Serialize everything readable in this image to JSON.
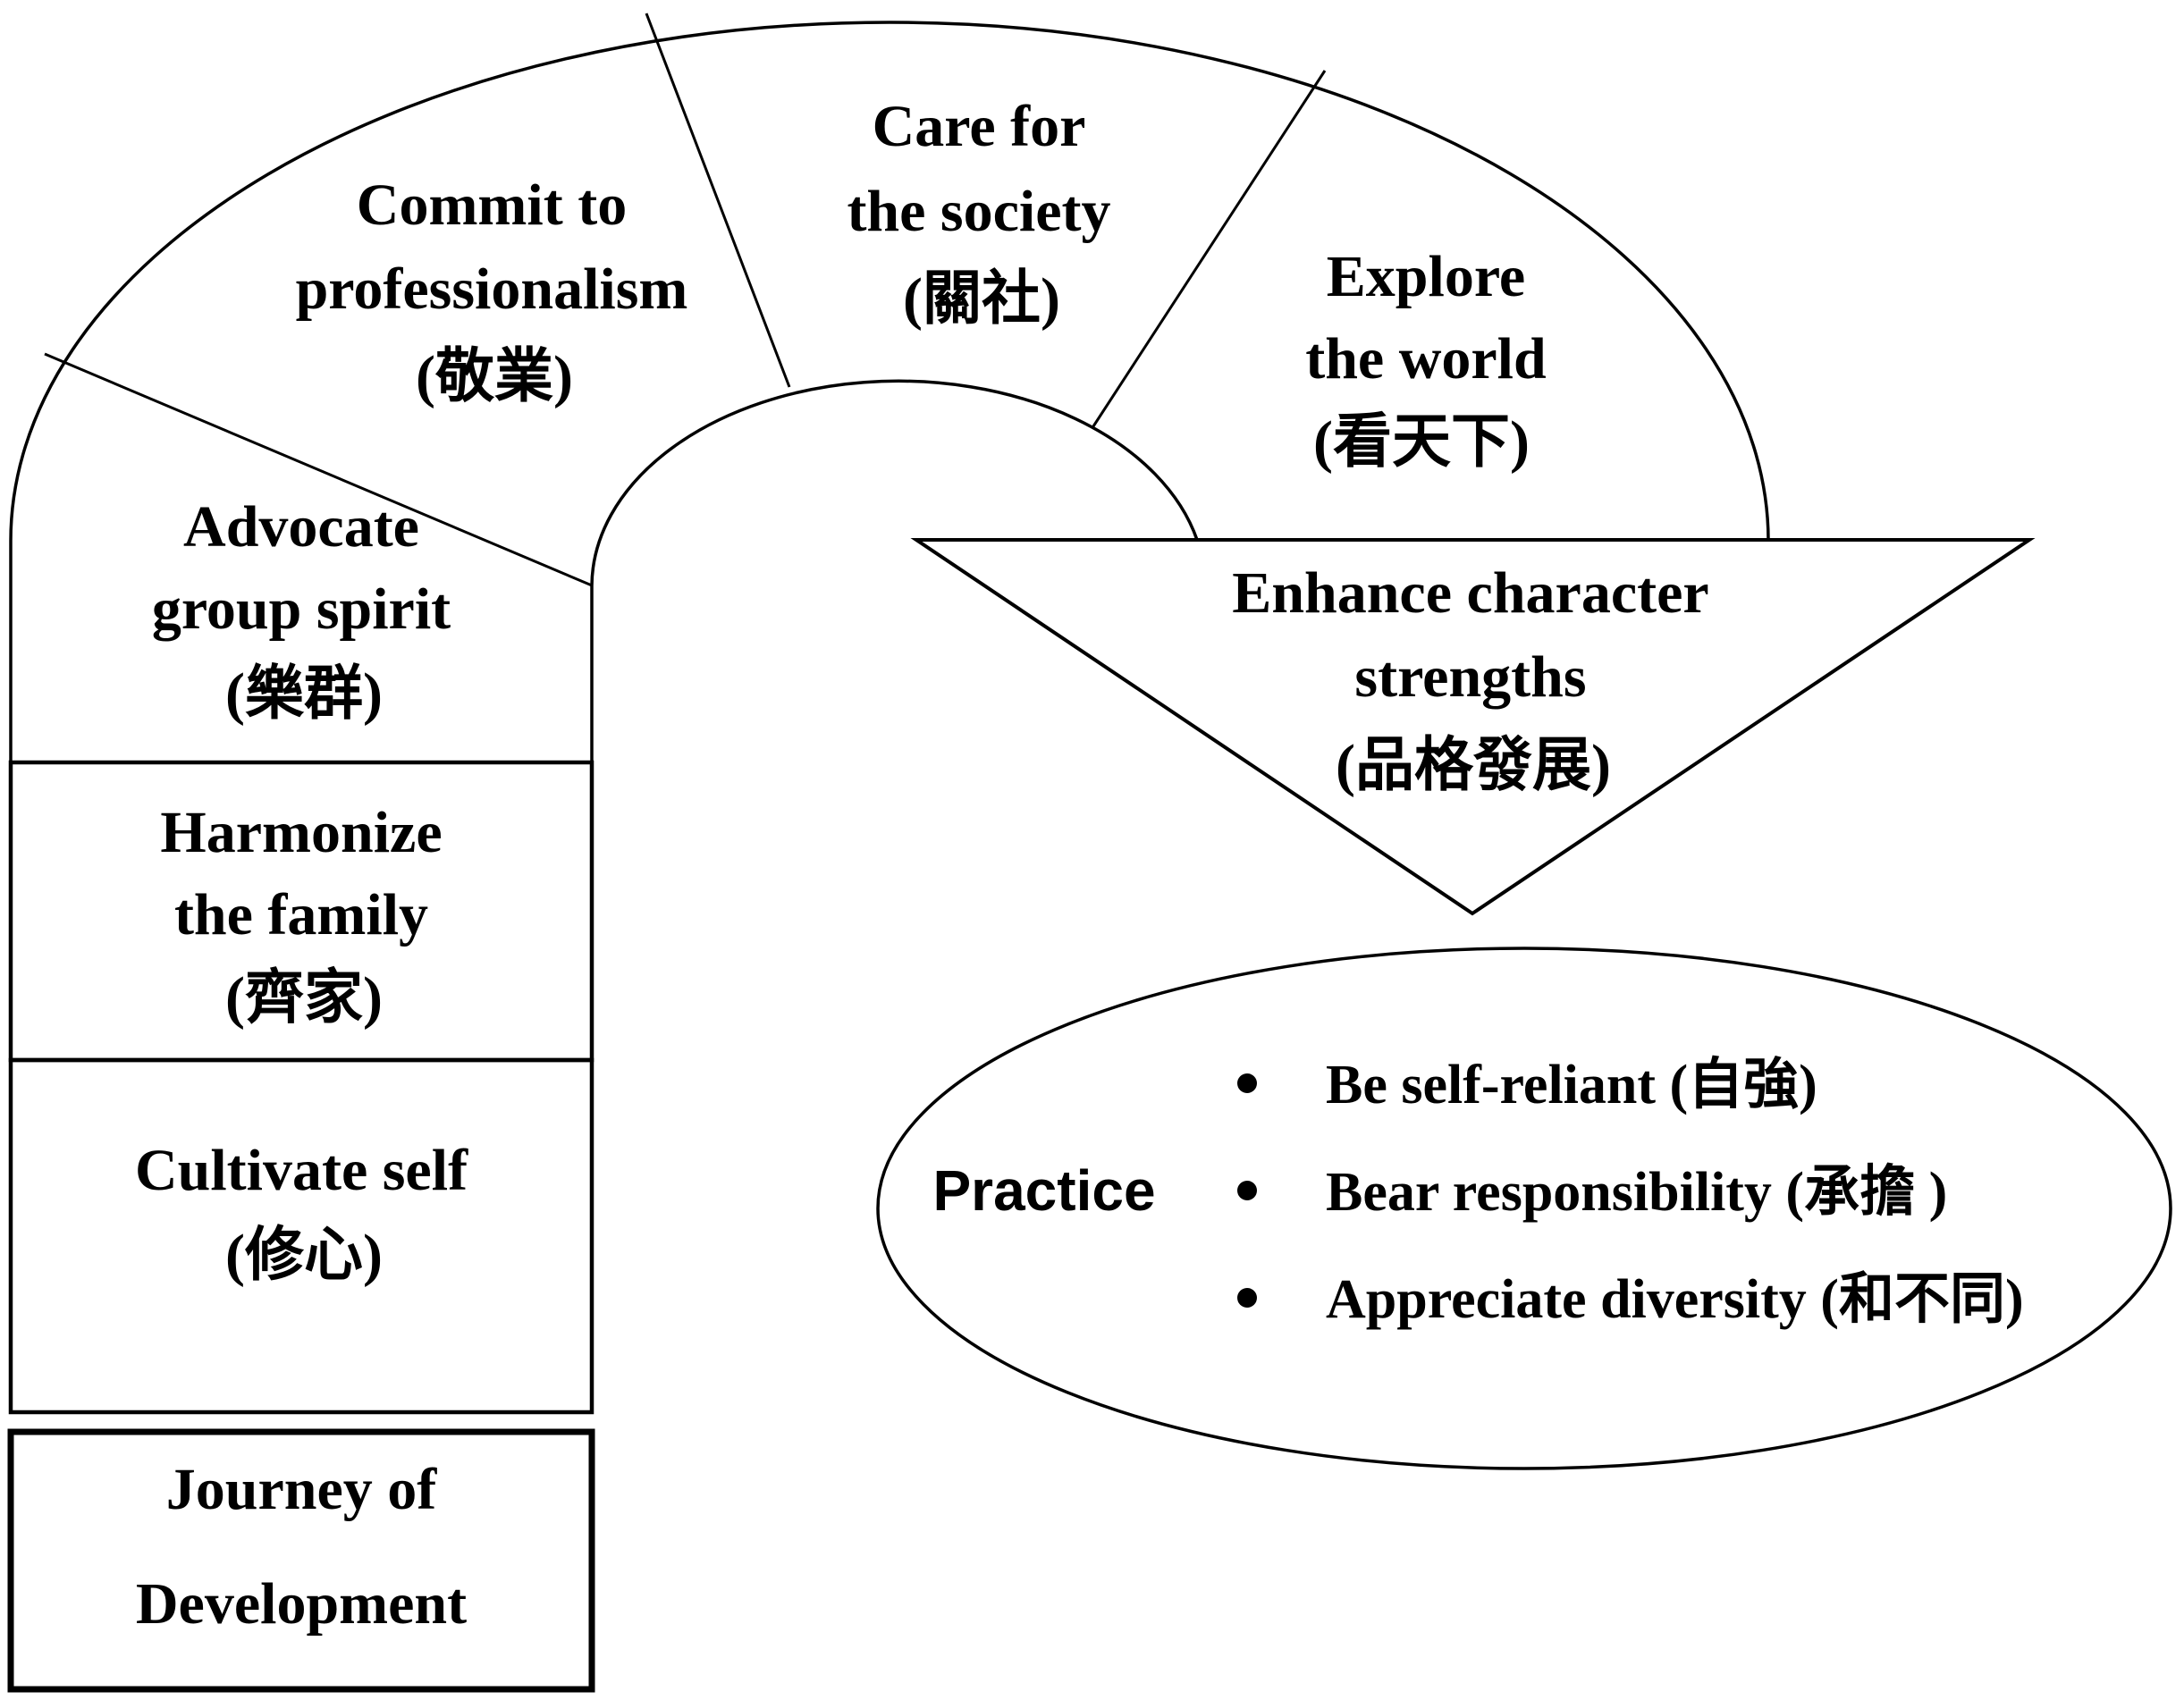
{
  "diagram": {
    "colors": {
      "line": "#000000",
      "text": "#000000",
      "background": "#ffffff"
    },
    "arch_segments": [
      {
        "id": "advocate-group-spirit",
        "lines": [
          "Advocate",
          "group spirit",
          "(樂群)"
        ]
      },
      {
        "id": "commit-to-professionalism",
        "lines": [
          "Commit to",
          "professionalism",
          "(敬業)"
        ]
      },
      {
        "id": "care-for-the-society",
        "lines": [
          "Care for",
          "the society",
          "(關社)"
        ]
      },
      {
        "id": "explore-the-world",
        "lines": [
          "Explore",
          "the world",
          "(看天下)"
        ]
      }
    ],
    "ladder_boxes": [
      {
        "id": "harmonize-the-family",
        "lines": [
          "Harmonize",
          "the family",
          "(齊家)"
        ]
      },
      {
        "id": "cultivate-self",
        "lines": [
          "Cultivate self",
          "(修心)"
        ]
      }
    ],
    "base_box": {
      "id": "journey-of-development",
      "lines": [
        "Journey of",
        "Development"
      ]
    },
    "triangle": {
      "id": "enhance-character-strengths",
      "lines": [
        "Enhance character",
        "strengths",
        "(品格發展)"
      ]
    },
    "practice_ellipse": {
      "label": "Practice",
      "bullets": [
        "Be self-reliant (自強)",
        "Bear responsibility (承擔 )",
        "Appreciate diversity (和不同)"
      ]
    }
  }
}
